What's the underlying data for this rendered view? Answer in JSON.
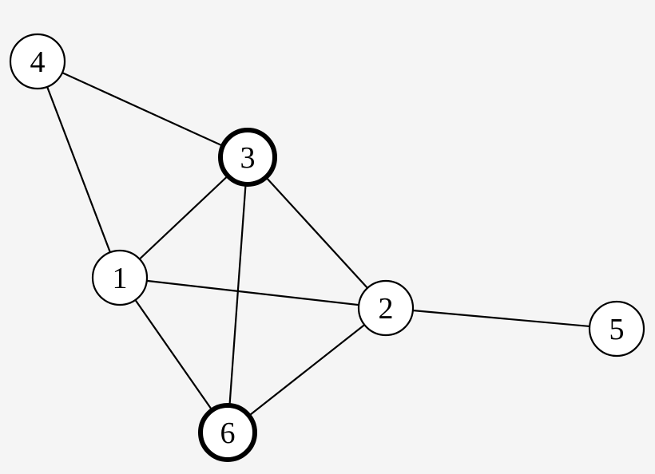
{
  "graph": {
    "nodes": [
      {
        "id": "1",
        "label": "1",
        "highlighted": false
      },
      {
        "id": "2",
        "label": "2",
        "highlighted": false
      },
      {
        "id": "3",
        "label": "3",
        "highlighted": true
      },
      {
        "id": "4",
        "label": "4",
        "highlighted": false
      },
      {
        "id": "5",
        "label": "5",
        "highlighted": false
      },
      {
        "id": "6",
        "label": "6",
        "highlighted": true
      }
    ],
    "edges": [
      {
        "from": "4",
        "to": "3"
      },
      {
        "from": "4",
        "to": "1"
      },
      {
        "from": "3",
        "to": "1"
      },
      {
        "from": "3",
        "to": "2"
      },
      {
        "from": "3",
        "to": "6"
      },
      {
        "from": "1",
        "to": "2"
      },
      {
        "from": "1",
        "to": "6"
      },
      {
        "from": "2",
        "to": "6"
      },
      {
        "from": "2",
        "to": "5"
      }
    ]
  },
  "colors": {
    "background": "#f5f5f5",
    "node_fill": "#ffffff",
    "stroke": "#000000"
  }
}
